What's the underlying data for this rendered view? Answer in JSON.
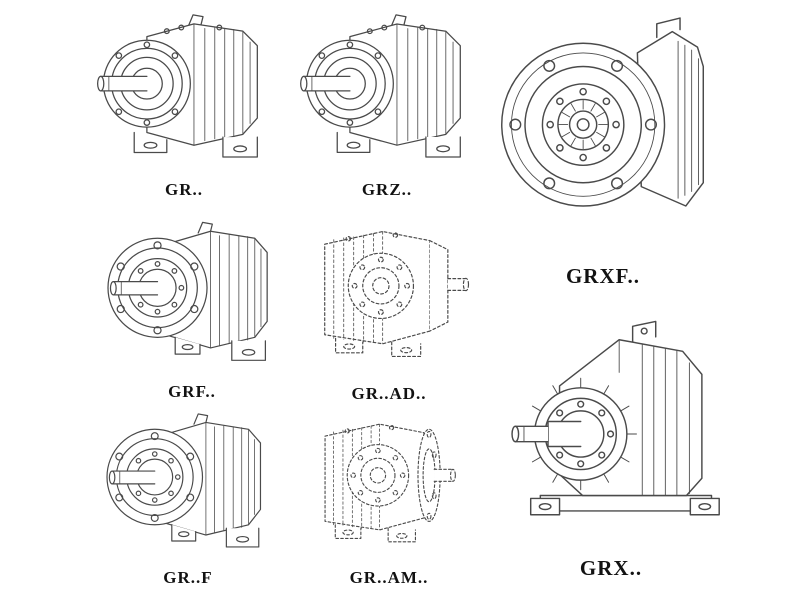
{
  "page": {
    "background": "#ffffff"
  },
  "figures": [
    {
      "id": "gr",
      "label": "GR.."
    },
    {
      "id": "grz",
      "label": "GRZ.."
    },
    {
      "id": "grxf",
      "label": "GRXF.."
    },
    {
      "id": "grf",
      "label": "GRF.."
    },
    {
      "id": "ad",
      "label": "GR..AD.."
    },
    {
      "id": "grx",
      "label": "GRX.."
    },
    {
      "id": "grf2",
      "label": "GR..F"
    },
    {
      "id": "am",
      "label": "GR..AM.."
    }
  ],
  "style": {
    "line_color": "#4a4a4a",
    "ghost_line_color": "#c6c6c6",
    "label_color": "#121212"
  }
}
